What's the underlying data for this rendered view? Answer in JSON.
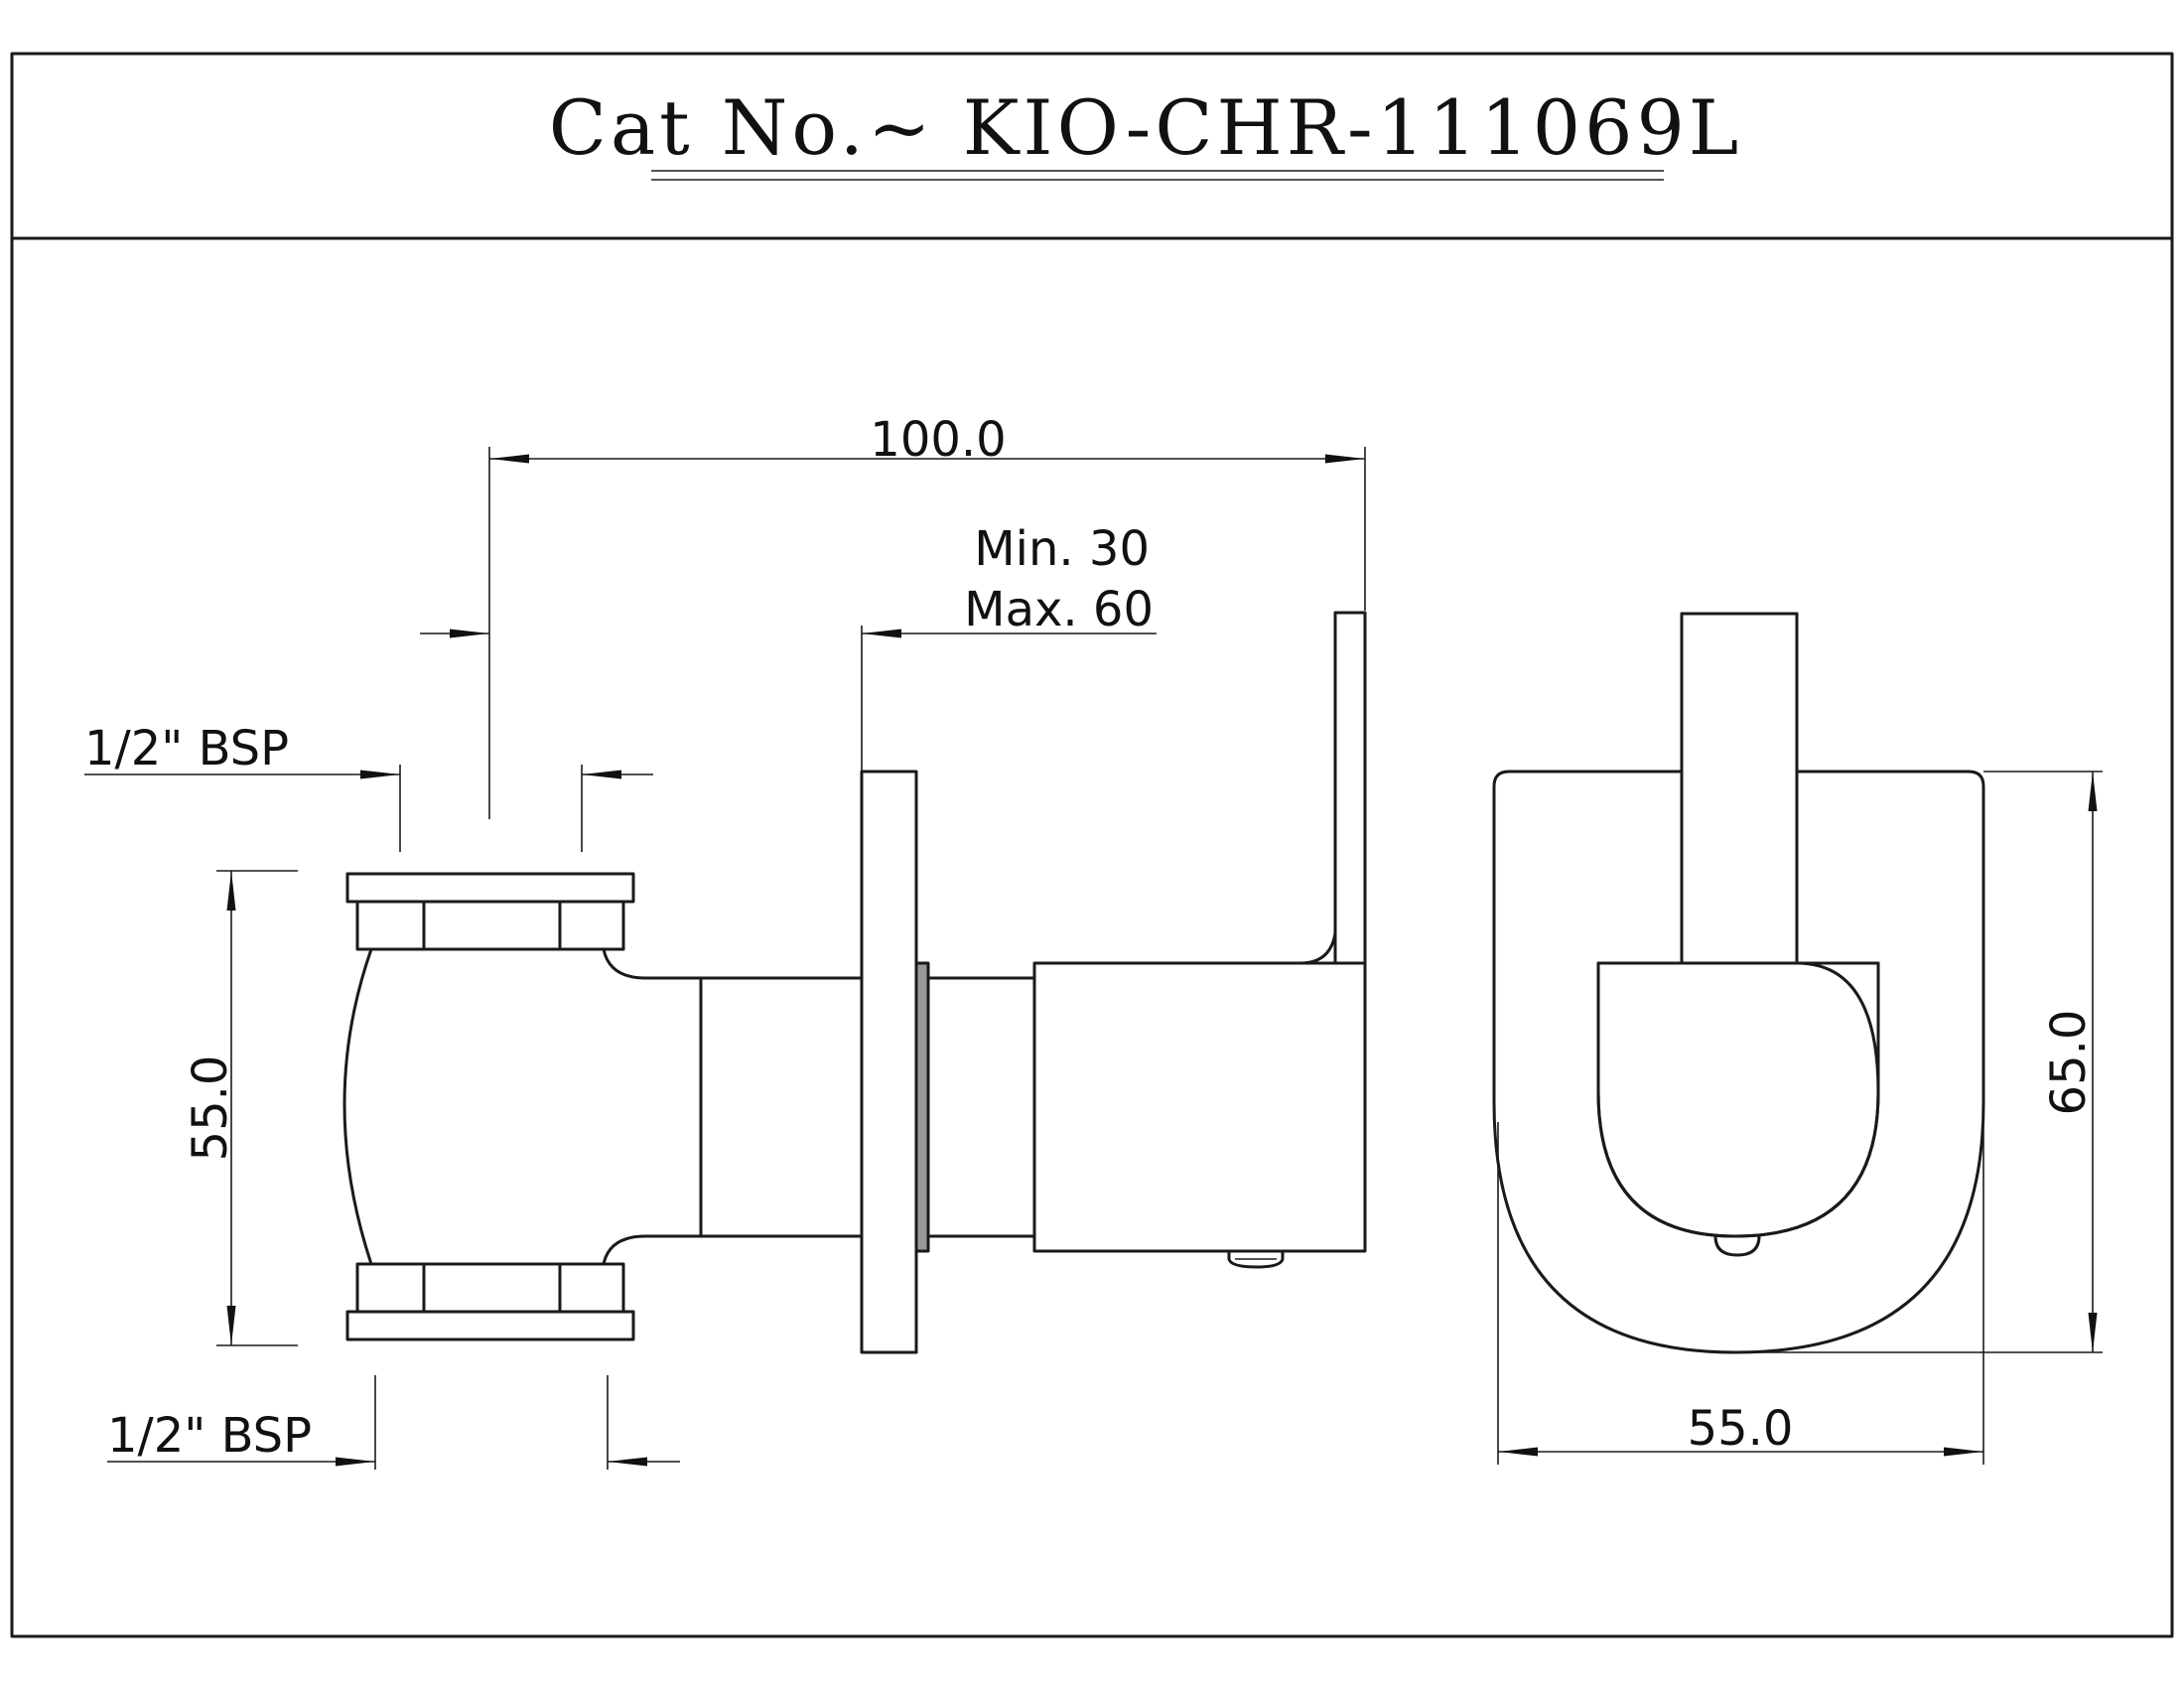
{
  "title": "Cat No.~ KIO-CHR-111069L",
  "dimensions": {
    "overall_depth": "100.0",
    "wall_range_min": "Min. 30",
    "wall_range_max": "Max. 60",
    "inlet_top_thread": "1/2\" BSP",
    "outlet_bottom_thread": "1/2\" BSP",
    "side_height": "55.0",
    "front_height": "65.0",
    "front_width": "55.0"
  }
}
